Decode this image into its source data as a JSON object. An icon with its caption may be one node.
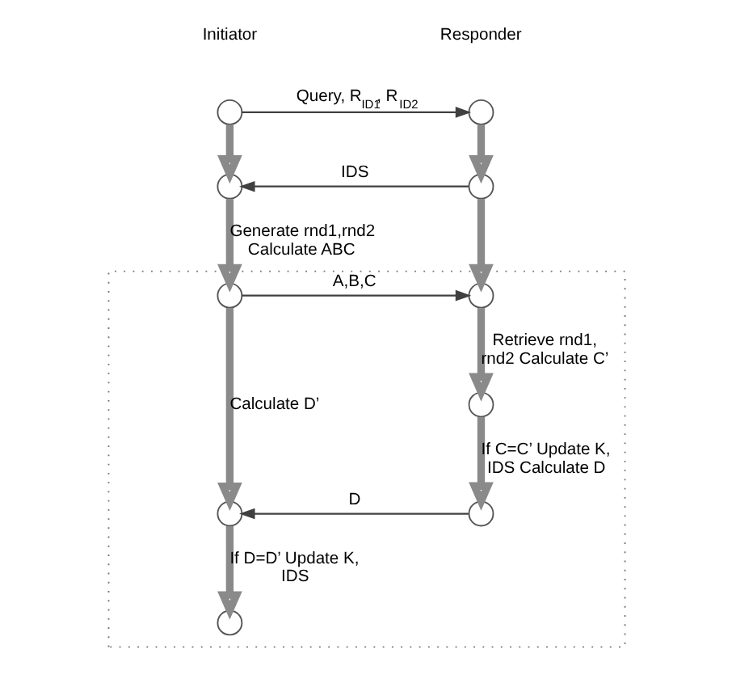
{
  "diagram": {
    "nodes": [
      {
        "text": [],
        "shape": "circle"
      },
      {
        "text": [],
        "shape": "circle"
      },
      {
        "text": [],
        "shape": "circle"
      },
      {
        "text": [],
        "shape": "circle"
      },
      {
        "text": [],
        "shape": "box"
      },
      {
        "text": [],
        "shape": "circle",
        "in": 4
      },
      {
        "text": [],
        "shape": "circle",
        "in": 4
      },
      {
        "text": [],
        "shape": "circle",
        "in": 4
      },
      {
        "text": [],
        "shape": "circle",
        "in": 4
      },
      {
        "text": [],
        "shape": "circle",
        "in": 4
      },
      {
        "text": [],
        "shape": "circle",
        "in": 4
      }
    ],
    "edges": [
      {
        "from": 0,
        "to": 1,
        "arrow": "to",
        "label": "Query, R$_{ID1}$, R$_{ID2}$",
        "color": "#404040"
      },
      {
        "from": 0,
        "to": 2,
        "arrow": "to"
      },
      {
        "from": 1,
        "to": 3,
        "arrow": "to"
      },
      {
        "from": 3,
        "to": 2,
        "arrow": "to",
        "label": "IDS",
        "color": "#404040"
      },
      {
        "from": 2,
        "to": 5,
        "arrow": "to",
        "label": "Generate rnd1,rnd2 Calculate ABC"
      },
      {
        "from": 3,
        "to": 6,
        "arrow": "to"
      },
      {
        "from": 5,
        "to": 6,
        "arrow": "to",
        "label": "A,B,C",
        "color": "#404040"
      },
      {
        "from": 6,
        "to": 7,
        "arrow": "to",
        "label": "Retrieve rnd1, rnd2 Calculate C’"
      },
      {
        "from": 5,
        "to": 8,
        "arrow": "to",
        "label": "Calculate D’"
      },
      {
        "from": 7,
        "to": 9,
        "arrow": "to",
        "label": "If C=C’ Update K, IDS Calculate D"
      },
      {
        "from": 9,
        "to": 8,
        "arrow": "to",
        "label": "D",
        "color": "#404040"
      },
      {
        "from": 8,
        "to": 10,
        "arrow": "to",
        "label": "If D=D’ Update K, IDS"
      }
    ],
    "labels": [
      "Initiator",
      "Responder"
    ]
  }
}
